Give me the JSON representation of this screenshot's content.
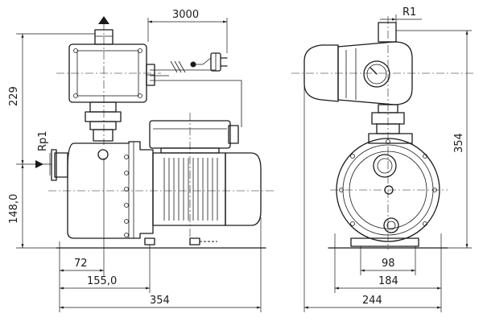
{
  "dimensions": {
    "cable_length": "3000",
    "radius_label": "R1",
    "inlet_thread": "Rp1",
    "upper_height": "229",
    "lower_height": "148,0",
    "foot_offset": "72",
    "outlet_offset": "155,0",
    "total_length": "354",
    "total_height": "354",
    "foot_inner": "98",
    "foot_outer": "184",
    "total_width": "244"
  }
}
